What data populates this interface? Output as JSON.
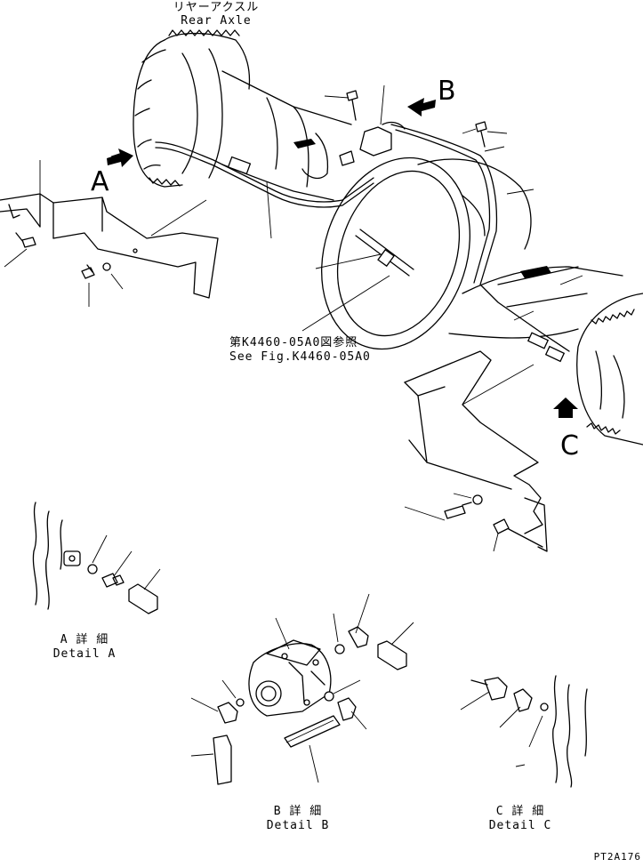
{
  "title": {
    "jp": "リヤーアクスル",
    "en": "Rear Axle"
  },
  "reference": {
    "jp": "第K4460-05A0図参照",
    "en": "See Fig.K4460-05A0"
  },
  "view_letters": {
    "a": "A",
    "b": "B",
    "c": "C"
  },
  "details": {
    "a": {
      "jp": "A 詳 細",
      "en": "Detail A"
    },
    "b": {
      "jp": "B 詳 細",
      "en": "Detail B"
    },
    "c": {
      "jp": "C 詳 細",
      "en": "Detail C"
    }
  },
  "drawing_code": "PT2A176"
}
